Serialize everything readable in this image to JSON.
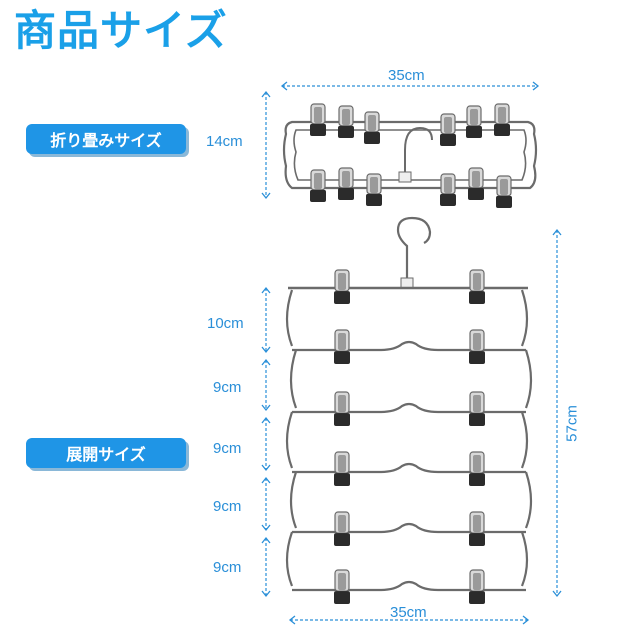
{
  "title": "商品サイズ",
  "folded": {
    "label": "折り畳みサイズ",
    "width": "35cm",
    "height": "14cm"
  },
  "unfolded": {
    "label": "展開サイズ",
    "width": "35cm",
    "total_height": "57cm",
    "tier_spacings": [
      "10cm",
      "9cm",
      "9cm",
      "9cm",
      "9cm"
    ]
  },
  "colors": {
    "title": "#1aa0e8",
    "pill": "#1f95e6",
    "dimension": "#2a8fd8",
    "metal": "#6b6b6b",
    "clip_tip": "#2b2b2b"
  }
}
